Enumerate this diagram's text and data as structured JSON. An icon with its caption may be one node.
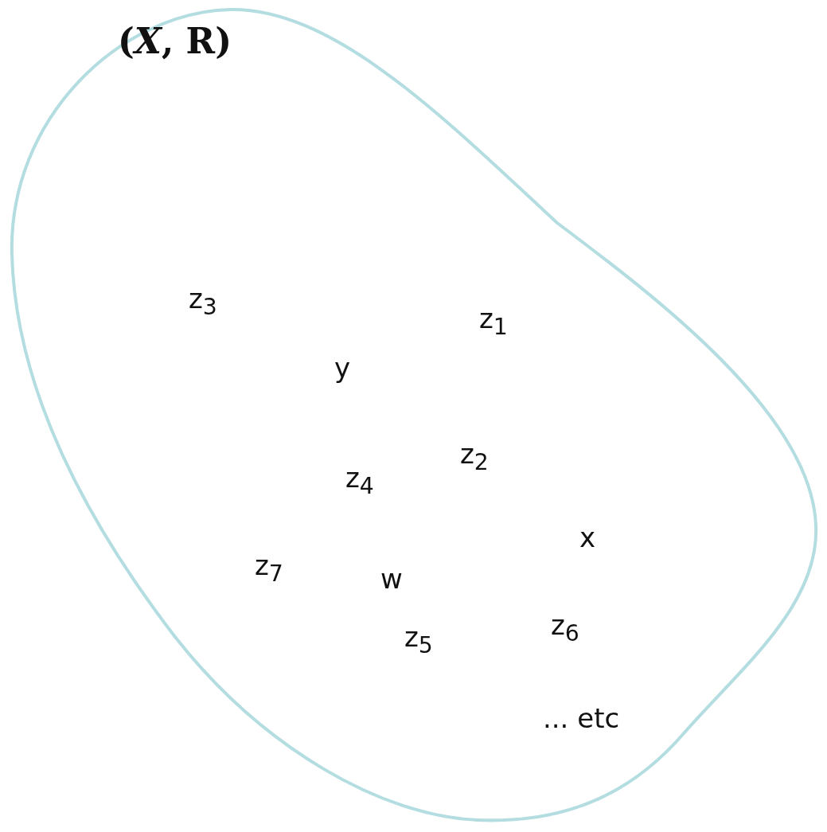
{
  "diagram": {
    "nodes": [
      {
        "text": [
          "(*X*, R)"
        ]
      }
    ],
    "edges": [],
    "labels": [
      "z$_{3}$",
      "z$_{1}$",
      "y",
      "z$_{2}$",
      "z$_{4}$",
      "x",
      "z$_{7}$",
      "w",
      "z$_{6}$",
      "z$_{5}$",
      "... etc"
    ]
  }
}
